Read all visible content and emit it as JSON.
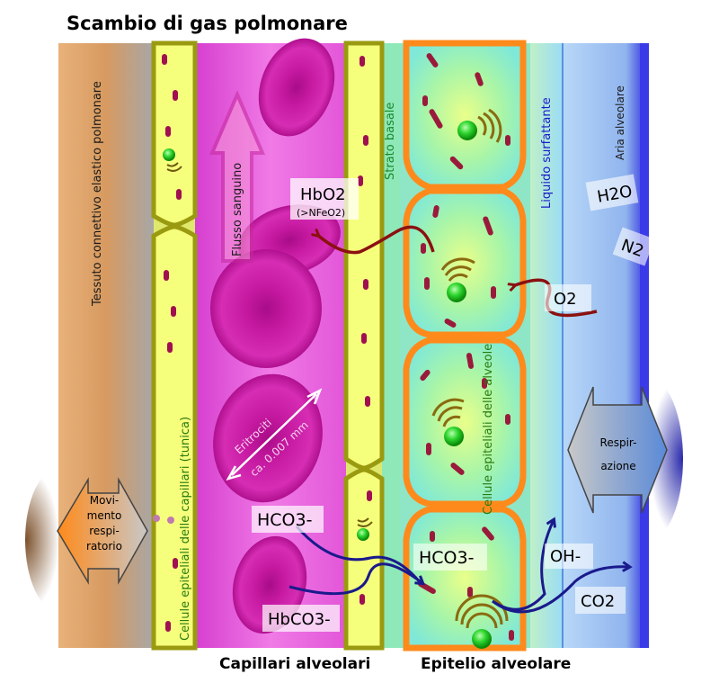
{
  "title": "Scambio di gas polmonare",
  "captions": {
    "left": "Capillari alveolari",
    "right": "Epitelio alveolare"
  },
  "layers": {
    "connective_tissue": "Tessuto connettivo elastico polmonare",
    "capillary_cells": "Cellule epiteliali delle capillari (tunica)",
    "blood_flow": "Flusso sanguino",
    "basal_layer": "Strato basale",
    "alveolar_cells": "Cellule epiteliali delle alveole",
    "surfactant": "Liquido surfattante",
    "alveolar_air": "Aria alveolare"
  },
  "erythrocyte": {
    "name": "Eritrociti",
    "size": "ca. 0.007 mm"
  },
  "labels": {
    "hbo2": "HbO2",
    "hbo2_note": "(>NFeO2)",
    "o2": "O2",
    "h2o": "H2O",
    "n2": "N2",
    "hco3_blood": "HCO3-",
    "hbco3": "HbCO3-",
    "hco3_cell": "HCO3-",
    "oh": "OH-",
    "co2": "CO2"
  },
  "arrows": {
    "respiratory_movement": "Movimento respiratorio",
    "respiratory_movement_lines": [
      "Movi-",
      "mento",
      "respi-",
      "ratorio"
    ],
    "respiration_lines": [
      "Respir-",
      "azione"
    ]
  },
  "colors": {
    "connective": "#d9a066",
    "capillary_wall": "#eef25a",
    "blood": "#e05ad6",
    "erythrocyte": "#c0149e",
    "alveolar_cell": "#a8f5a0",
    "cell_border": "#ff8a1c",
    "surfactant": "#9ee2f2",
    "air": "#aac8f0",
    "o2_arrow": "#8b1010",
    "co2_arrow": "#1a1a8c"
  }
}
